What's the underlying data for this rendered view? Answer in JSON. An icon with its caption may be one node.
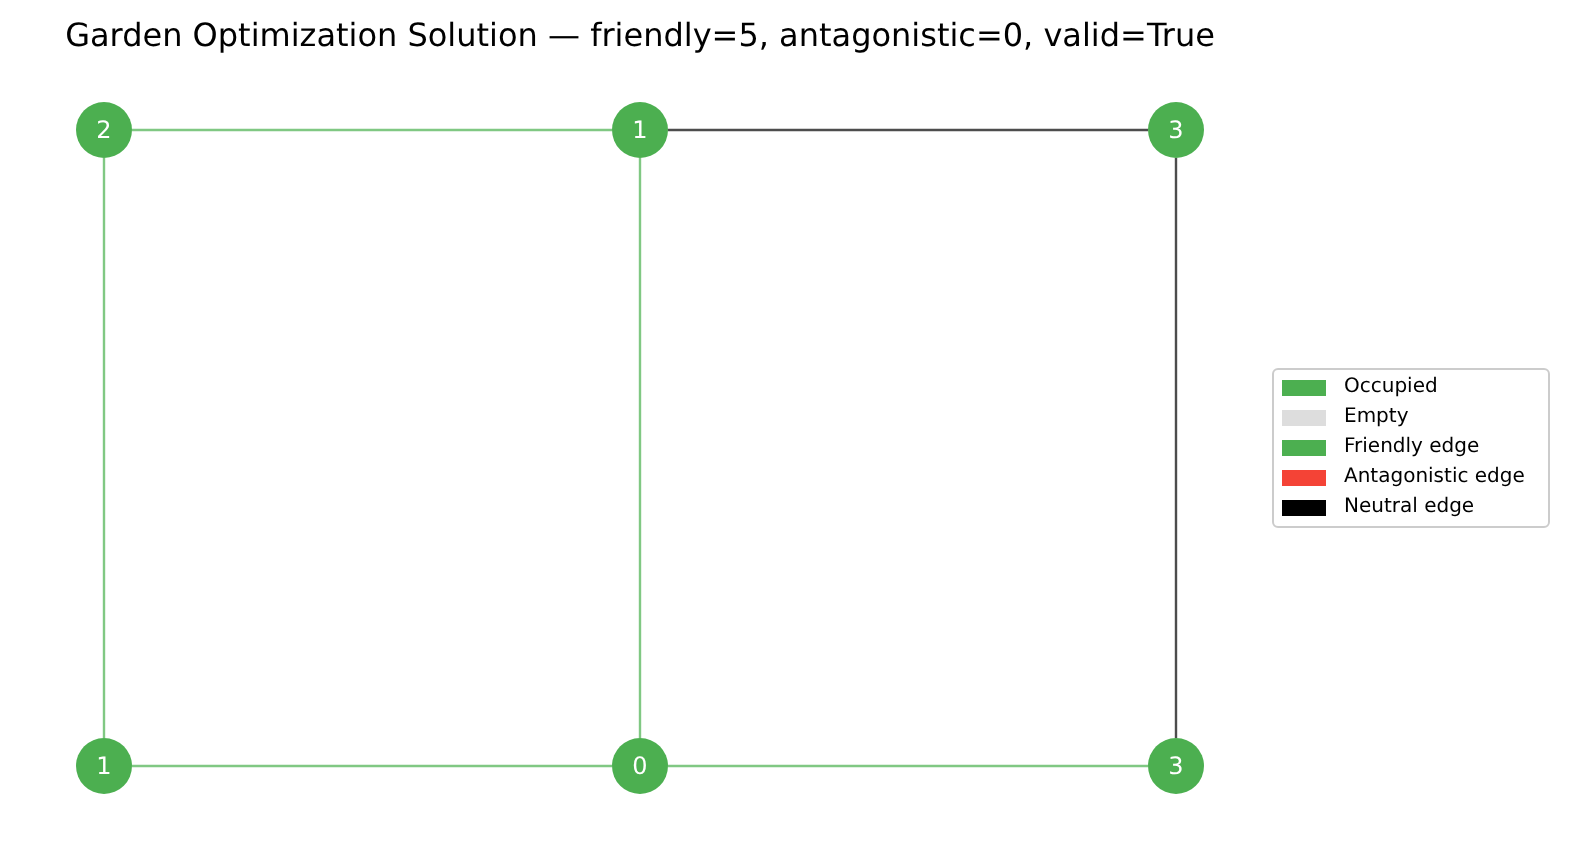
{
  "diagram": {
    "title": "Garden Optimization Solution — friendly=5, antagonistic=0, valid=True",
    "nodes": [
      {
        "text": [
          "2"
        ]
      },
      {
        "text": [
          "1"
        ]
      },
      {
        "text": [
          "3"
        ]
      },
      {
        "text": [
          "1"
        ]
      },
      {
        "text": [
          "0"
        ]
      },
      {
        "text": [
          "3"
        ]
      }
    ],
    "edges": [
      {
        "from": 0,
        "to": 1,
        "arrow": "none"
      },
      {
        "from": 1,
        "to": 2,
        "arrow": "none",
        "color": "#4d4d4d"
      },
      {
        "from": 0,
        "to": 3,
        "arrow": "none"
      },
      {
        "from": 1,
        "to": 4,
        "arrow": "none"
      },
      {
        "from": 2,
        "to": 5,
        "arrow": "none",
        "color": "#4d4d4d"
      },
      {
        "from": 3,
        "to": 4,
        "arrow": "none"
      },
      {
        "from": 4,
        "to": 5,
        "arrow": "none"
      }
    ],
    "legend": [
      {
        "text": "Occupied",
        "color": "#4caf50"
      },
      {
        "text": "Empty",
        "color": "#dddddd"
      },
      {
        "text": "Friendly edge",
        "color": "#4caf50"
      },
      {
        "text": "Antagonistic edge",
        "color": "#f44336"
      },
      {
        "text": "Neutral edge",
        "color": "#000000"
      }
    ]
  }
}
